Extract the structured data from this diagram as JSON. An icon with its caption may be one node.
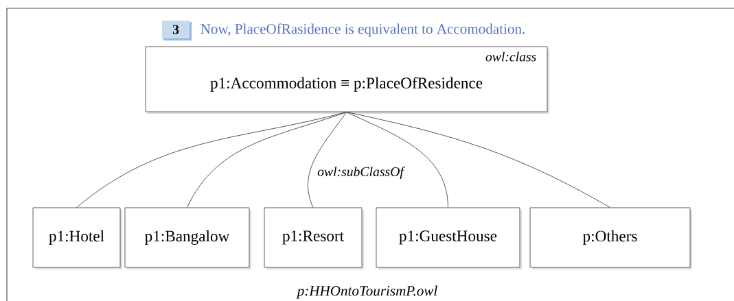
{
  "diagram": {
    "nodes": [
      {
        "text": [
          "p:HHOntoTourismP.owl"
        ]
      },
      {
        "text": [
          "owl:class",
          "p1:Accommodation ≡ p:PlaceOfResidence"
        ],
        "in": 0
      },
      {
        "text": [
          "p1:Hotel"
        ],
        "in": 0
      },
      {
        "text": [
          "p1:Bangalow"
        ],
        "in": 0
      },
      {
        "text": [
          "p1:Resort"
        ],
        "in": 0
      },
      {
        "text": [
          "p1:GuestHouse"
        ],
        "in": 0
      },
      {
        "text": [
          "p:Others"
        ],
        "in": 0
      }
    ],
    "edges": [
      {
        "from": 1,
        "to": 2,
        "arrow": "none"
      },
      {
        "from": 1,
        "to": 3,
        "arrow": "none"
      },
      {
        "from": 1,
        "to": 4,
        "arrow": "none",
        "label": "owl:subClassOf"
      },
      {
        "from": 1,
        "to": 5,
        "arrow": "none"
      },
      {
        "from": 1,
        "to": 6,
        "arrow": "none"
      }
    ],
    "labels": [
      "3",
      "Now, PlaceOfRasidence is equivalent to Accomodation."
    ]
  }
}
